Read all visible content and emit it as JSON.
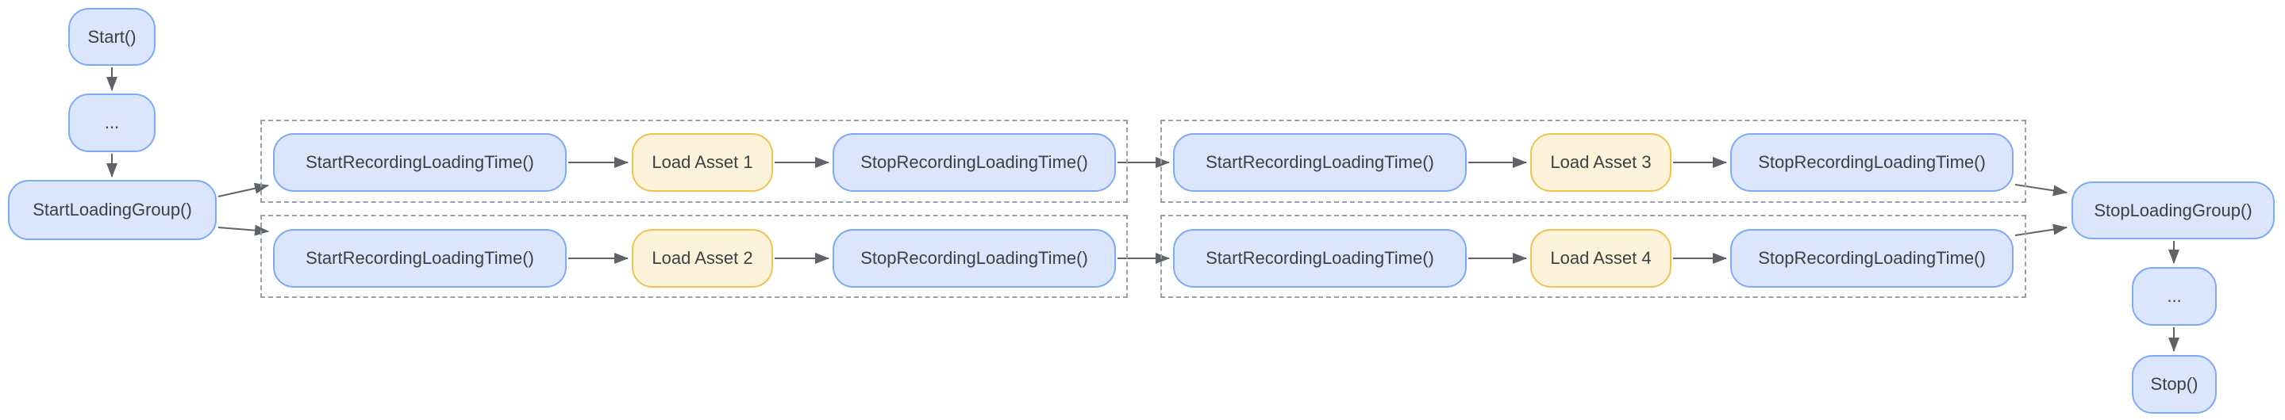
{
  "diagram": {
    "description": "Loading group flowchart",
    "colors": {
      "node_blue_fill": "#dbe6fc",
      "node_blue_border": "#7baaf7",
      "node_yellow_fill": "#fcf3da",
      "node_yellow_border": "#f0c24e",
      "text": "#3c4043",
      "connector": "#5f6368",
      "group_box_border": "#9aa0a6",
      "background": "#ffffff"
    },
    "nodes": {
      "start": "Start()",
      "ellipsis_top": "...",
      "start_loading_group": "StartLoadingGroup()",
      "g1r1_start_recording": "StartRecordingLoadingTime()",
      "g1r1_load_asset": "Load Asset 1",
      "g1r1_stop_recording": "StopRecordingLoadingTime()",
      "g1r2_start_recording": "StartRecordingLoadingTime()",
      "g1r2_load_asset": "Load Asset 2",
      "g1r2_stop_recording": "StopRecordingLoadingTime()",
      "g2r1_start_recording": "StartRecordingLoadingTime()",
      "g2r1_load_asset": "Load Asset 3",
      "g2r1_stop_recording": "StopRecordingLoadingTime()",
      "g2r2_start_recording": "StartRecordingLoadingTime()",
      "g2r2_load_asset": "Load Asset 4",
      "g2r2_stop_recording": "StopRecordingLoadingTime()",
      "stop_loading_group": "StopLoadingGroup()",
      "ellipsis_bottom": "...",
      "stop": "Stop()"
    }
  }
}
